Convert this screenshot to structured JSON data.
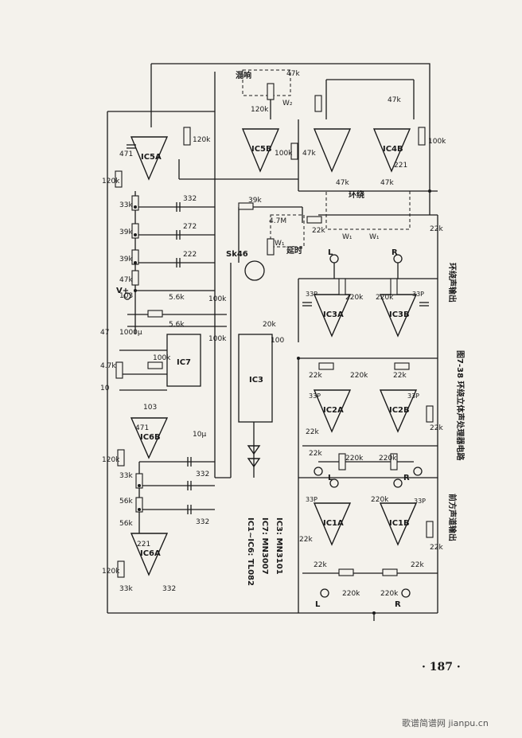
{
  "figure": {
    "caption": "图7-38 环绕立体声处理器电路",
    "legend": {
      "ic1_6": "IC1~IC6: TL082",
      "ic7": "IC7: MN3007",
      "ic3": "IC3: MN3101"
    },
    "sections": {
      "surround_out": "环绕声输出",
      "front_out": "前方声道输出",
      "reverb": "混响",
      "delay": "延时",
      "surround": "环绕"
    },
    "pins": {
      "L": "L",
      "R": "R",
      "vplus": "V+"
    },
    "amplifiers": {
      "ic5a": "IC5A",
      "ic5b": "IC5B",
      "ic4b": "IC4B",
      "ic6b": "IC6B",
      "ic6a": "IC6A",
      "ic3a": "IC3A",
      "ic3b": "IC3B",
      "ic2a": "IC2A",
      "ic2b": "IC2B",
      "ic1a": "IC1A",
      "ic1b": "IC1B"
    },
    "chips": {
      "ic7": "IC7",
      "ic3": "IC3"
    },
    "components": {
      "r120k": "120k",
      "r100k": "100k",
      "r47k": "47k",
      "r22k": "22k",
      "r39k": "39k",
      "r33k": "33k",
      "r56k": "56k",
      "r4_7k": "4.7k",
      "r5_6k": "5.6k",
      "r220k": "220k",
      "r4_7m": "4.7M",
      "r20k": "20k",
      "c471": "471",
      "c332": "332",
      "c272": "272",
      "c222": "222",
      "c103": "103",
      "c221": "221",
      "c33p": "33P",
      "c1000u": "1000μ",
      "c10u": "10μ",
      "c100": "100",
      "r47": "47",
      "r10": "10",
      "sk": "Sk46",
      "w1": "W₁",
      "w2": "W₂"
    }
  },
  "page": {
    "number": "· 187 ·",
    "watermark": "歌谱简谱网 jianpu.cn"
  },
  "style": {
    "ink": "#1a1a1a",
    "paper": "#f4f2ec"
  }
}
